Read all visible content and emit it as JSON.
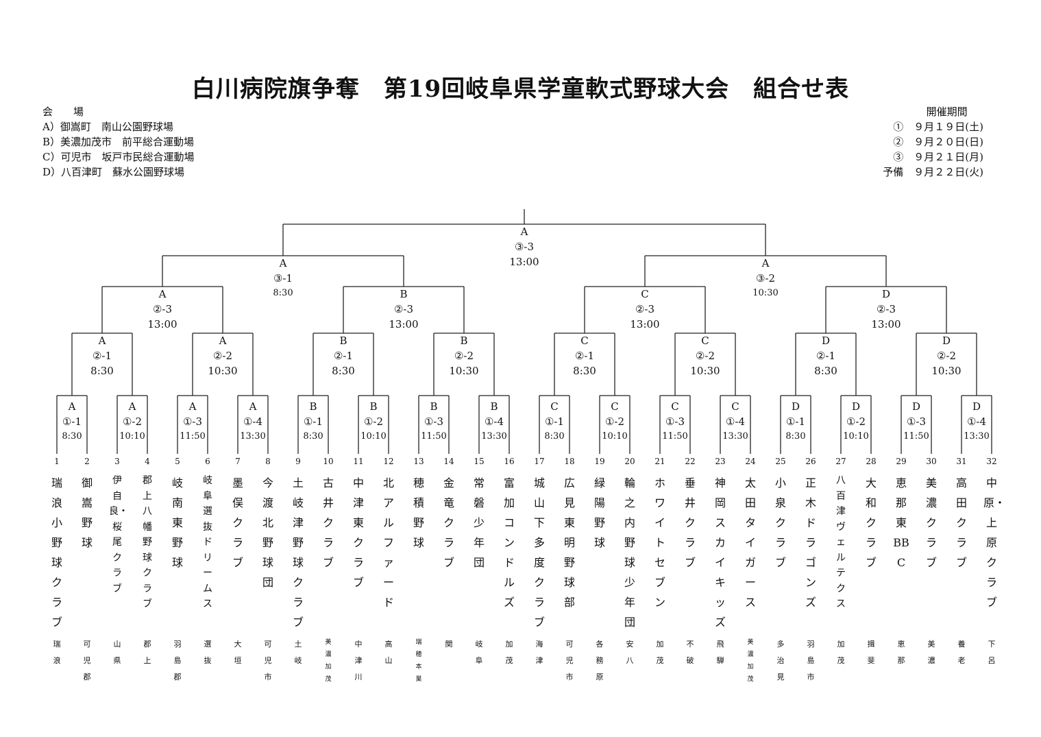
{
  "title": "白川病院旗争奪　第19回岐阜県学童軟式野球大会　組合せ表",
  "venues": {
    "heading": "会　　場",
    "items": [
      "A）御嵩町　南山公園野球場",
      "B）美濃加茂市　前平総合運動場",
      "C）可児市　坂戸市民総合運動場",
      "D）八百津町　蘇水公園野球場"
    ]
  },
  "period": {
    "heading": "開催期間",
    "items": [
      "①　９月１９日(土)",
      "②　９月２０日(日)",
      "③　９月２１日(月)",
      "予備　９月２２日(火)"
    ]
  },
  "teams": [
    {
      "num": "1",
      "name": "瑞浪小野球クラブ",
      "region": "瑞浪"
    },
    {
      "num": "2",
      "name": "御嵩野球",
      "region": "可児郡"
    },
    {
      "num": "3",
      "name": "伊自良・桜尾クラブ",
      "region": "山県"
    },
    {
      "num": "4",
      "name": "郡上八幡野球クラブ",
      "region": "郡上"
    },
    {
      "num": "5",
      "name": "岐南東野球",
      "region": "羽島郡"
    },
    {
      "num": "6",
      "name": "岐阜選抜ドリームス",
      "region": "選抜"
    },
    {
      "num": "7",
      "name": "墨俣クラブ",
      "region": "大垣"
    },
    {
      "num": "8",
      "name": "今渡北野球団",
      "region": "可児市"
    },
    {
      "num": "9",
      "name": "土岐津野球クラブ",
      "region": "土岐"
    },
    {
      "num": "10",
      "name": "古井クラブ",
      "region": "美濃加茂"
    },
    {
      "num": "11",
      "name": "中津東クラブ",
      "region": "中津川"
    },
    {
      "num": "12",
      "name": "北アルファード",
      "region": "高山"
    },
    {
      "num": "13",
      "name": "穂積野球",
      "region": "瑞穂本巣"
    },
    {
      "num": "14",
      "name": "金竜クラブ",
      "region": "関"
    },
    {
      "num": "15",
      "name": "常磐少年団",
      "region": "岐阜"
    },
    {
      "num": "16",
      "name": "富加コンドルズ",
      "region": "加茂"
    },
    {
      "num": "17",
      "name": "城山下多度クラブ",
      "region": "海津"
    },
    {
      "num": "18",
      "name": "広見東明野球部",
      "region": "可児市"
    },
    {
      "num": "19",
      "name": "緑陽野球",
      "region": "各務原"
    },
    {
      "num": "20",
      "name": "輪之内野球少年団",
      "region": "安八"
    },
    {
      "num": "21",
      "name": "ホワイトセブン",
      "region": "加茂"
    },
    {
      "num": "22",
      "name": "垂井クラブ",
      "region": "不破"
    },
    {
      "num": "23",
      "name": "神岡スカイキッズ",
      "region": "飛騨"
    },
    {
      "num": "24",
      "name": "太田タイガース",
      "region": "美濃加茂"
    },
    {
      "num": "25",
      "name": "小泉クラブ",
      "region": "多治見"
    },
    {
      "num": "26",
      "name": "正木ドラゴンズ",
      "region": "羽島市"
    },
    {
      "num": "27",
      "name": "八百津ヴェルテクス",
      "region": "加茂"
    },
    {
      "num": "28",
      "name": "大和クラブ",
      "region": "揖斐"
    },
    {
      "num": "29",
      "name": "恵那東BBC",
      "region": "恵那"
    },
    {
      "num": "30",
      "name": "美濃クラブ",
      "region": "美濃"
    },
    {
      "num": "31",
      "name": "高田クラブ",
      "region": "養老"
    },
    {
      "num": "32",
      "name": "中原・上原クラブ",
      "region": "下呂"
    }
  ],
  "matches": {
    "r1": [
      {
        "venue": "A",
        "id": "①-1",
        "time": "8:30"
      },
      {
        "venue": "A",
        "id": "①-2",
        "time": "10:10"
      },
      {
        "venue": "A",
        "id": "①-3",
        "time": "11:50"
      },
      {
        "venue": "A",
        "id": "①-4",
        "time": "13:30"
      },
      {
        "venue": "B",
        "id": "①-1",
        "time": "8:30"
      },
      {
        "venue": "B",
        "id": "①-2",
        "time": "10:10"
      },
      {
        "venue": "B",
        "id": "①-3",
        "time": "11:50"
      },
      {
        "venue": "B",
        "id": "①-4",
        "time": "13:30"
      },
      {
        "venue": "C",
        "id": "①-1",
        "time": "8:30"
      },
      {
        "venue": "C",
        "id": "①-2",
        "time": "10:10"
      },
      {
        "venue": "C",
        "id": "①-3",
        "time": "11:50"
      },
      {
        "venue": "C",
        "id": "①-4",
        "time": "13:30"
      },
      {
        "venue": "D",
        "id": "①-1",
        "time": "8:30"
      },
      {
        "venue": "D",
        "id": "①-2",
        "time": "10:10"
      },
      {
        "venue": "D",
        "id": "①-3",
        "time": "11:50"
      },
      {
        "venue": "D",
        "id": "①-4",
        "time": "13:30"
      }
    ],
    "r2": [
      {
        "venue": "A",
        "id": "②-1",
        "time": "8:30"
      },
      {
        "venue": "A",
        "id": "②-2",
        "time": "10:30"
      },
      {
        "venue": "B",
        "id": "②-1",
        "time": "8:30"
      },
      {
        "venue": "B",
        "id": "②-2",
        "time": "10:30"
      },
      {
        "venue": "C",
        "id": "②-1",
        "time": "8:30"
      },
      {
        "venue": "C",
        "id": "②-2",
        "time": "10:30"
      },
      {
        "venue": "D",
        "id": "②-1",
        "time": "8:30"
      },
      {
        "venue": "D",
        "id": "②-2",
        "time": "10:30"
      }
    ],
    "r3": [
      {
        "venue": "A",
        "id": "②-3",
        "time": "13:00"
      },
      {
        "venue": "B",
        "id": "②-3",
        "time": "13:00"
      },
      {
        "venue": "C",
        "id": "②-3",
        "time": "13:00"
      },
      {
        "venue": "D",
        "id": "②-3",
        "time": "13:00"
      }
    ],
    "r4": [
      {
        "venue": "A",
        "id": "③-1",
        "time": "8:30"
      },
      {
        "venue": "A",
        "id": "③-2",
        "time": "10:30"
      }
    ],
    "final": {
      "venue": "A",
      "id": "③-3",
      "time": "13:00"
    }
  }
}
